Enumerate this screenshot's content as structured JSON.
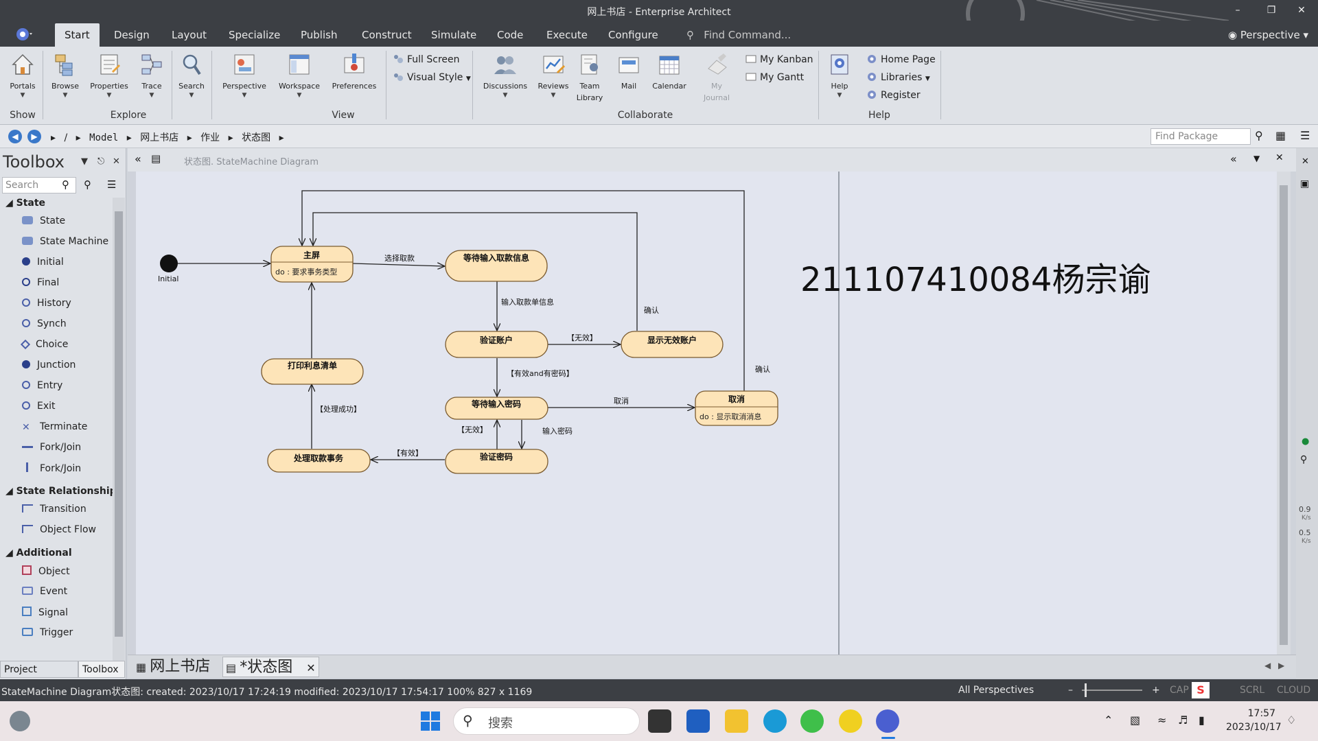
{
  "window": {
    "title": "网上书店 - Enterprise Architect"
  },
  "menu": {
    "tabs": [
      "Start",
      "Design",
      "Layout",
      "Specialize",
      "Publish",
      "Construct",
      "Simulate",
      "Code",
      "Execute",
      "Configure"
    ],
    "active_tab": "Start",
    "find_command": "Find Command...",
    "perspective": "Perspective"
  },
  "ribbon": {
    "show": {
      "portals": "Portals",
      "group": "Show"
    },
    "explore": {
      "browse": "Browse",
      "properties": "Properties",
      "trace": "Trace",
      "search": "Search",
      "group": "Explore"
    },
    "view": {
      "perspective": "Perspective",
      "workspace": "Workspace",
      "preferences": "Preferences",
      "full_screen": "Full Screen",
      "visual_style": "Visual Style",
      "group": "View"
    },
    "collaborate": {
      "discussions": "Discussions",
      "reviews": "Reviews",
      "team_library_1": "Team",
      "team_library_2": "Library",
      "mail": "Mail",
      "calendar": "Calendar",
      "my_journal_1": "My",
      "my_journal_2": "Journal",
      "my_kanban": "My Kanban",
      "my_gantt": "My Gantt",
      "group": "Collaborate"
    },
    "help": {
      "help": "Help",
      "home_page": "Home Page",
      "libraries": "Libraries",
      "register": "Register",
      "group": "Help"
    }
  },
  "breadcrumb": {
    "items": [
      "/",
      "Model",
      "网上书店",
      "作业",
      "状态图"
    ],
    "find_package": "Find Package"
  },
  "toolbox": {
    "title": "Toolbox",
    "search_placeholder": "Search",
    "groups": {
      "state": {
        "label": "State",
        "items": [
          "State",
          "State Machine",
          "Initial",
          "Final",
          "History",
          "Synch",
          "Choice",
          "Junction",
          "Entry",
          "Exit",
          "Terminate",
          "Fork/Join",
          "Fork/Join"
        ]
      },
      "relationships": {
        "label": "State Relationships",
        "items": [
          "Transition",
          "Object Flow"
        ]
      },
      "additional": {
        "label": "Additional",
        "items": [
          "Object",
          "Event",
          "Signal",
          "Trigger"
        ]
      }
    },
    "bottom_tabs": [
      "Project Browser",
      "Toolbox"
    ]
  },
  "diagram_header": {
    "path": "状态图.  StateMachine Diagram"
  },
  "diagram": {
    "watermark": "211107410084杨宗谕",
    "initial_label": "Initial",
    "states": {
      "home": {
        "name": "主屏",
        "do": "do :  要求事务类型"
      },
      "wait_withdraw": {
        "name": "等待输入取款信息"
      },
      "verify_account": {
        "name": "验证账户"
      },
      "invalid_account": {
        "name": "显示无效账户"
      },
      "print": {
        "name": "打印利息清单"
      },
      "wait_password": {
        "name": "等待输入密码"
      },
      "cancel": {
        "name": "取消",
        "do": "do : 显示取消消息"
      },
      "process": {
        "name": "处理取款事务"
      },
      "verify_password": {
        "name": "验证密码"
      }
    },
    "transitions": {
      "select_withdraw": "选择取款",
      "input_slip": "输入取款单信息",
      "invalid": "【无效】",
      "confirm_1": "确认",
      "valid_and_pwd": "【有效and有密码】",
      "confirm_2": "确认",
      "cancel": "取消",
      "invalid_2": "【无效】",
      "input_password": "输入密码",
      "valid": "【有效】",
      "success": "【处理成功】"
    }
  },
  "doc_tabs": [
    "网上书店",
    "*状态图"
  ],
  "status": {
    "left": "StateMachine Diagram状态图:  created: 2023/10/17 17:24:19  modified: 2023/10/17 17:54:17   100%   827 x 1169",
    "perspectives": "All Perspectives",
    "cap": "CAP",
    "scrl": "SCRL",
    "cloud": "CLOUD"
  },
  "taskbar": {
    "search": "搜索",
    "time": "17:57",
    "date": "2023/10/17"
  },
  "side_speed": {
    "up": "0.9",
    "down": "0.5",
    "unit": "K/s"
  },
  "colors": {
    "state_fill": "#fde4b8",
    "state_stroke": "#7a5a2e",
    "canvas": "#e2e5ef",
    "dark_chrome": "#3c3f44"
  }
}
